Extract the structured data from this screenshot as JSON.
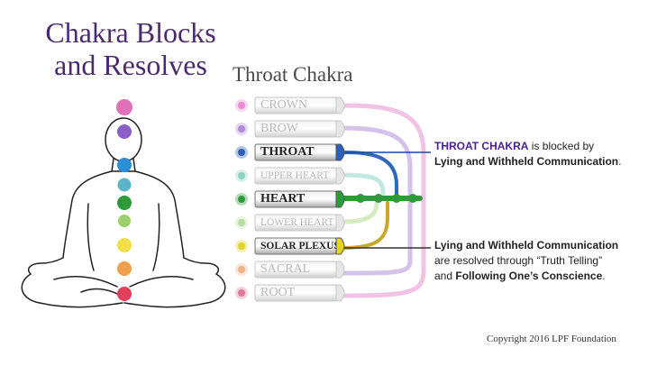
{
  "title_line1": "Chakra Blocks",
  "title_line2": "and Resolves",
  "subtitle": "Throat Chakra",
  "chakras": [
    {
      "label": "CROWN",
      "color": "#e88ad6",
      "highlight": false
    },
    {
      "label": "BROW",
      "color": "#b48ad6",
      "highlight": false
    },
    {
      "label": "THROAT",
      "color": "#2c5fb8",
      "highlight": true
    },
    {
      "label": "UPPER HEART",
      "color": "#8fd1c6",
      "highlight": false
    },
    {
      "label": "HEART",
      "color": "#2f9a3a",
      "highlight": true
    },
    {
      "label": "LOWER HEART",
      "color": "#b8dca0",
      "highlight": false
    },
    {
      "label": "SOLAR PLEXUS",
      "color": "#e2d22a",
      "highlight": true
    },
    {
      "label": "SACRAL",
      "color": "#f0b48c",
      "highlight": false
    },
    {
      "label": "ROOT",
      "color": "#e07a9a",
      "highlight": false
    }
  ],
  "block_note": {
    "part1": "THROAT CHAKRA",
    "part2": " is blocked by",
    "part3": "Lying and Withheld Communication",
    "part4": "."
  },
  "resolve_note": {
    "part1": "Lying and Withheld Communication",
    "part2": "are resolved through “Truth Telling”",
    "part3": "and ",
    "part4": "Following One’s Conscience",
    "part5": "."
  },
  "copyright": "Copyright 2016 LPF Foundation"
}
